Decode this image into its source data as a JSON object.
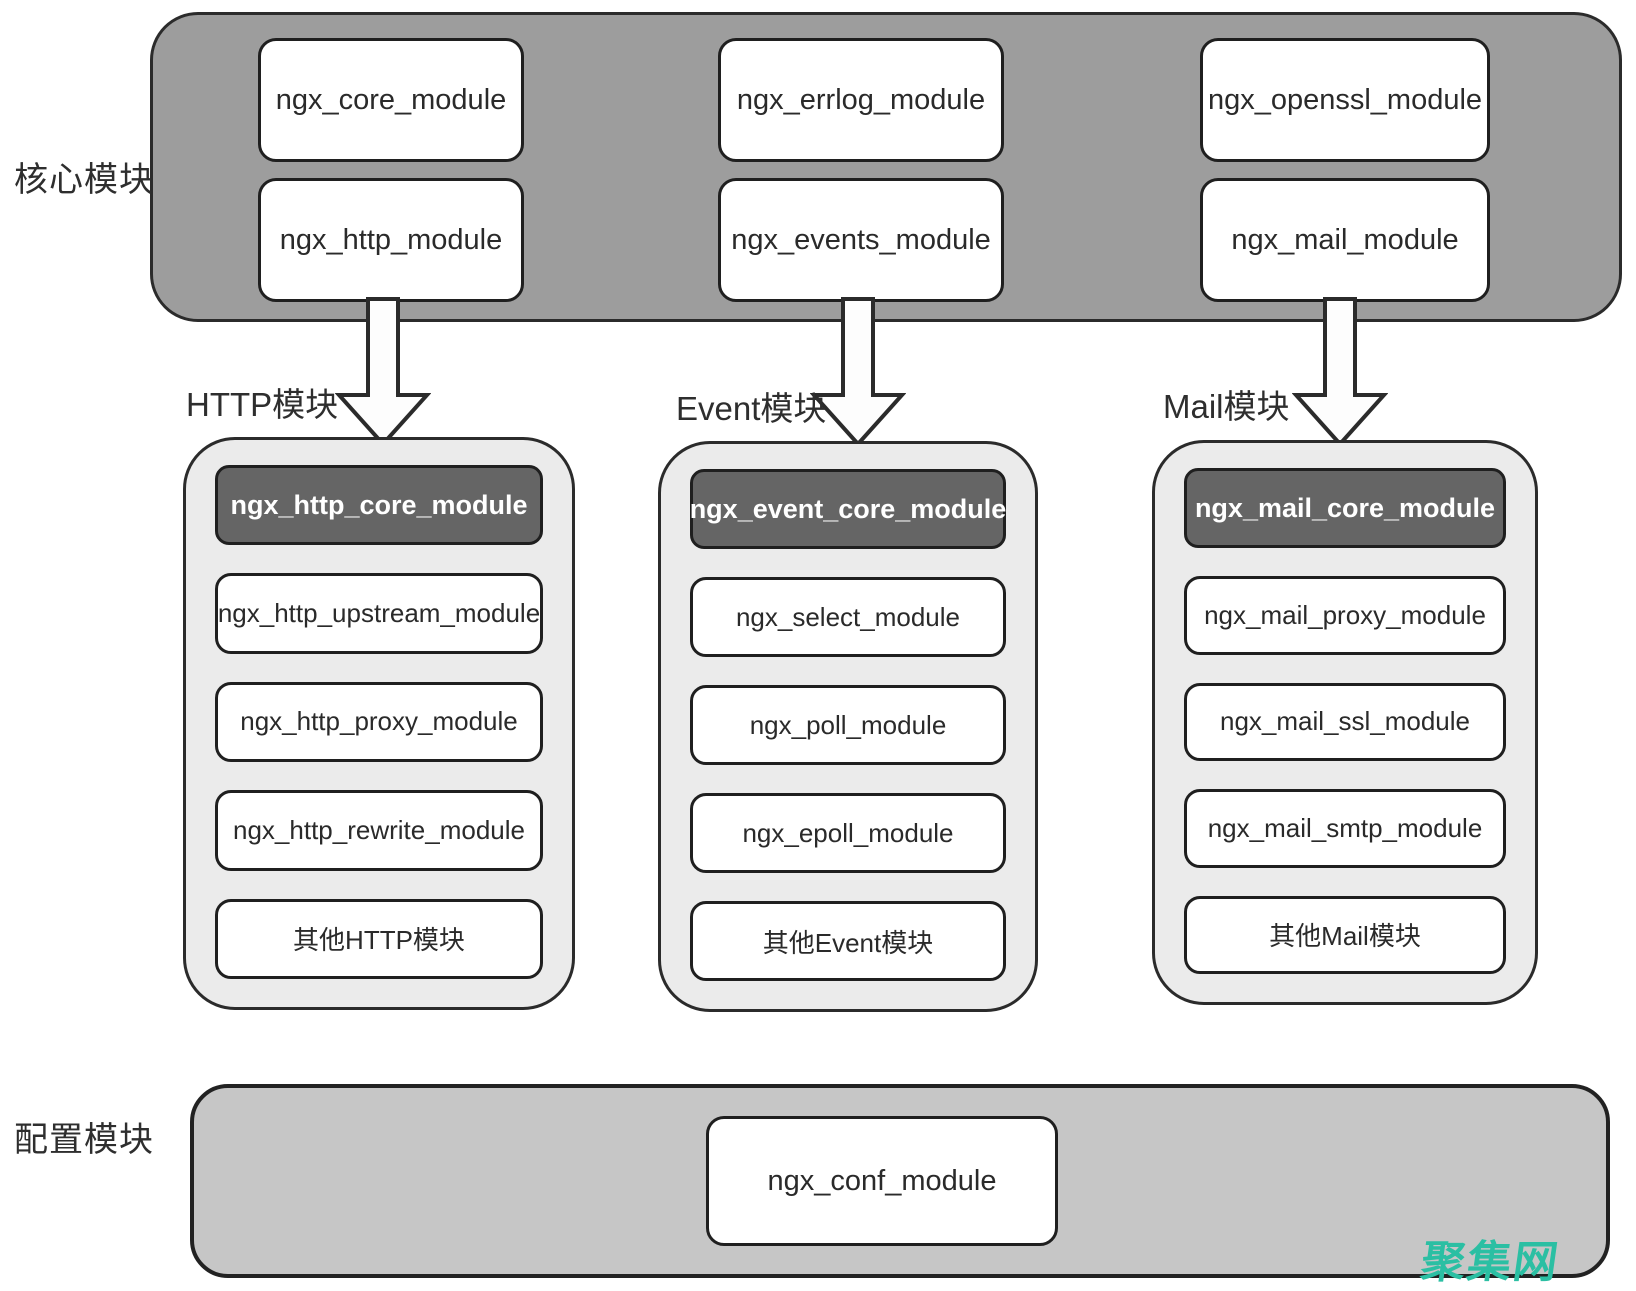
{
  "diagram": {
    "core": {
      "label": "核心模块",
      "boxes": [
        [
          "ngx_core_module",
          "ngx_http_module"
        ],
        [
          "ngx_errlog_module",
          "ngx_events_module"
        ],
        [
          "ngx_openssl_module",
          "ngx_mail_module"
        ]
      ]
    },
    "columns": [
      {
        "label": "HTTP模块",
        "header": "ngx_http_core_module",
        "modules": [
          "ngx_http_upstream_module",
          "ngx_http_proxy_module",
          "ngx_http_rewrite_module",
          "其他HTTP模块"
        ]
      },
      {
        "label": "Event模块",
        "header": "ngx_event_core_module",
        "modules": [
          "ngx_select_module",
          "ngx_poll_module",
          "ngx_epoll_module",
          "其他Event模块"
        ]
      },
      {
        "label": "Mail模块",
        "header": "ngx_mail_core_module",
        "modules": [
          "ngx_mail_proxy_module",
          "ngx_mail_ssl_module",
          "ngx_mail_smtp_module",
          "其他Mail模块"
        ]
      }
    ],
    "config": {
      "label": "配置模块",
      "module": "ngx_conf_module"
    },
    "watermark": "聚集网",
    "colors": {
      "core_band": "#9d9d9d",
      "column_bg": "#ebebeb",
      "dark_header": "#656565",
      "config_band": "#c6c6c6",
      "border": "#222222",
      "watermark": "#2bbfa3"
    }
  }
}
